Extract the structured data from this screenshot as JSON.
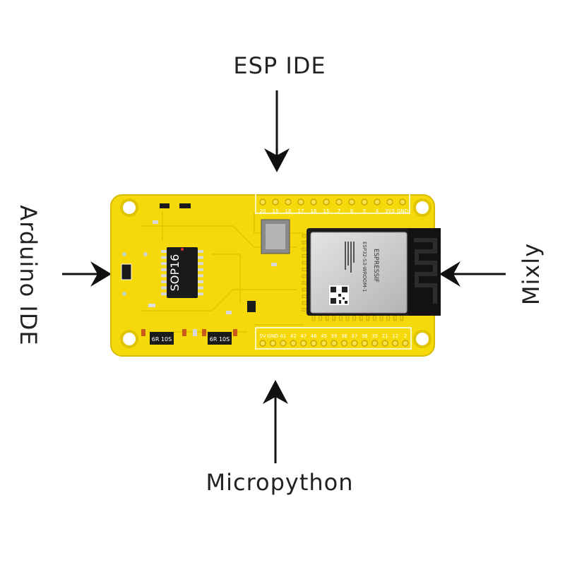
{
  "labels": {
    "top": "ESP IDE",
    "bottom": "Micropython",
    "left": "Arduino IDE",
    "right": "Mixly"
  },
  "board": {
    "chip_label": "SOP16",
    "module_brand": "ESPRESSIF",
    "module_model": "ESP32-S3-WROOM-1",
    "transistor_label": "6R 10S",
    "top_header_pins": [
      "20",
      "19",
      "18",
      "17",
      "16",
      "15",
      "7",
      "6",
      "5",
      "4",
      "3V3",
      "GND"
    ],
    "bottom_header_pins": [
      "5V",
      "GND",
      "41",
      "42",
      "47",
      "46",
      "45",
      "39",
      "38",
      "37",
      "36",
      "35",
      "21",
      "12",
      "2"
    ],
    "colors": {
      "pcb": "#f5d90a",
      "silkscreen": "#ffffff",
      "module_shield": "#c9c9c9",
      "chip": "#1a1a1a"
    }
  }
}
